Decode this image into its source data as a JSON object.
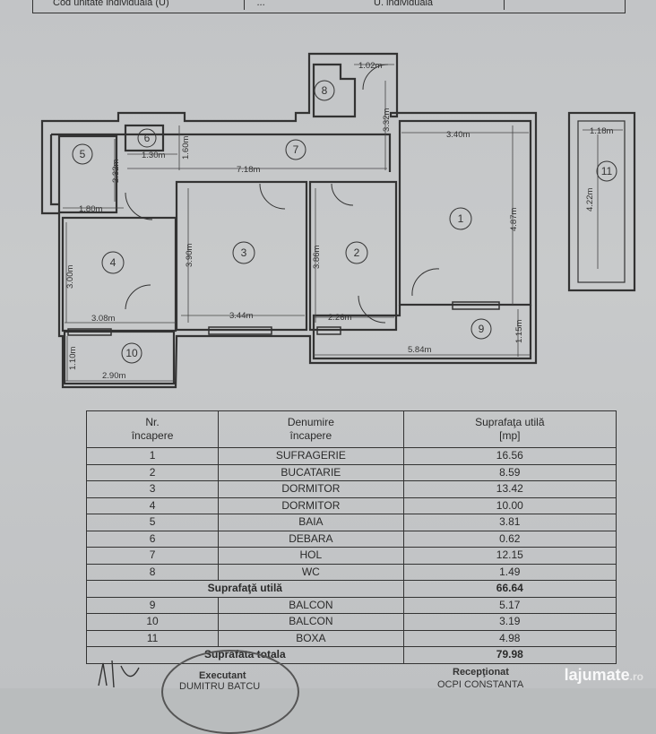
{
  "header_row": {
    "label": "Cod unitate individuala (U)",
    "value": "...",
    "right": "U. individuala"
  },
  "plan": {
    "rooms": [
      "1",
      "2",
      "3",
      "4",
      "5",
      "6",
      "7",
      "8",
      "9",
      "10",
      "11"
    ],
    "dimensions": {
      "d102": "1.02m",
      "d332": "3.32m",
      "d340": "3.40m",
      "d118": "1.18m",
      "d130": "1.30m",
      "d160": "1.60m",
      "d232": "2.32m",
      "d718": "7.18m",
      "d180": "1.80m",
      "d422": "4.22m",
      "d487": "4.87m",
      "d300": "3.00m",
      "d390": "3.90m",
      "d386": "3.86m",
      "d308": "3.08m",
      "d344": "3.44m",
      "d226": "2.26m",
      "d115": "1.15m",
      "d584": "5.84m",
      "d110": "1.10m",
      "d290": "2.90m"
    }
  },
  "table": {
    "headers": [
      "Nr.\nîncapere",
      "Denumire\nîncapere",
      "Suprafaţa utilă\n[mp]"
    ],
    "rows": [
      [
        "1",
        "SUFRAGERIE",
        "16.56"
      ],
      [
        "2",
        "BUCATARIE",
        "8.59"
      ],
      [
        "3",
        "DORMITOR",
        "13.42"
      ],
      [
        "4",
        "DORMITOR",
        "10.00"
      ],
      [
        "5",
        "BAIA",
        "3.81"
      ],
      [
        "6",
        "DEBARA",
        "0.62"
      ],
      [
        "7",
        "HOL",
        "12.15"
      ],
      [
        "8",
        "WC",
        "1.49"
      ]
    ],
    "subtotal_label": "Suprafaţă utilă",
    "subtotal_value": "66.64",
    "rows2": [
      [
        "9",
        "BALCON",
        "5.17"
      ],
      [
        "10",
        "BALCON",
        "3.19"
      ],
      [
        "11",
        "BOXA",
        "4.98"
      ]
    ],
    "total_label": "Suprafata totala",
    "total_value": "79.98"
  },
  "footer": {
    "executant": "Executant",
    "executant_name": "DUMITRU BATCU",
    "receptionat": "Recepţionat",
    "receptionat_name": "OCPI CONSTANTA"
  },
  "watermark": {
    "brand": "lajumate",
    "tld": ".ro"
  }
}
